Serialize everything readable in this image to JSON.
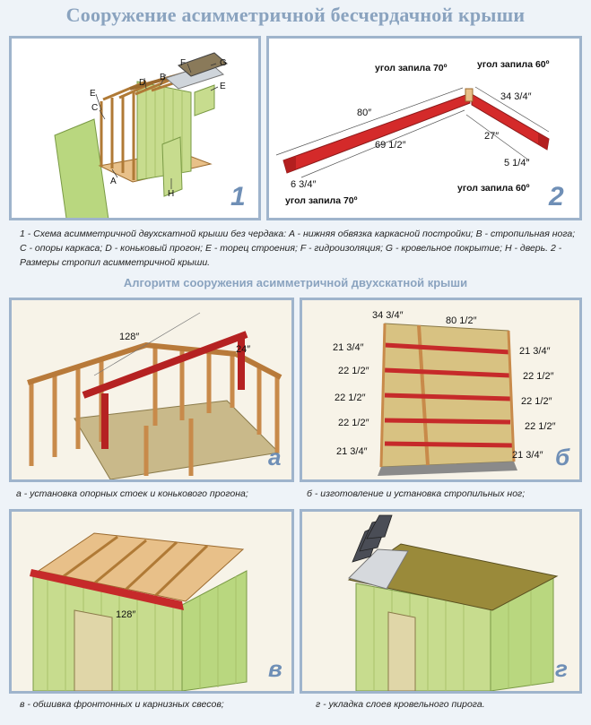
{
  "title": "Сооружение асимметричной бесчердачной крыши",
  "panel1": {
    "number": "1",
    "letters": {
      "A": "A",
      "B": "B",
      "C": "C",
      "D": "D",
      "E1": "E",
      "E2": "E",
      "F": "F",
      "G": "G",
      "H": "H"
    }
  },
  "panel2": {
    "number": "2",
    "angle_top_left": "угол запила 70º",
    "angle_top_right": "угол запила 60º",
    "angle_bottom_left": "угол запила 70º",
    "angle_bottom_right": "угол запила 60º",
    "dim_80": "80″",
    "dim_69": "69 1/2″",
    "dim_34": "34 3/4″",
    "dim_27": "27″",
    "dim_5": "5 1/4″",
    "dim_6": "6 3/4″"
  },
  "caption1": "1 - Схема асимметричной двухскатной крыши без чердака: A - нижняя обвязка каркасной постройки; B - стропильная нога; C - опоры каркаса; D - коньковый прогон; E - торец строения; F - гидроизоляция; G - кровельное покрытие; H - дверь. 2 - Размеры стропил асимметричной крыши.",
  "subtitle": "Алгоритм сооружения асимметричной двухскатной крыши",
  "panel_a": {
    "letter": "а",
    "dim_128": "128″",
    "dim_24": "24″",
    "caption": "а - установка опорных стоек и конькового прогона;"
  },
  "panel_b": {
    "letter": "б",
    "top_left": "34 3/4″",
    "top_right": "80 1/2″",
    "left": [
      "21 3/4″",
      "22 1/2″",
      "22 1/2″",
      "22 1/2″",
      "21 3/4″"
    ],
    "right": [
      "21 3/4″",
      "22 1/2″",
      "22 1/2″",
      "22 1/2″",
      "21 3/4″"
    ],
    "caption": "б - изготовление и установка стропильных ног;"
  },
  "panel_v": {
    "letter": "в",
    "dim_128": "128″",
    "caption": "в - обшивка фронтонных и карнизных свесов;"
  },
  "panel_g": {
    "letter": "г",
    "caption": "г - укладка слоев кровельного пирога."
  },
  "colors": {
    "accent": "#6f8fb6",
    "frame": "#9fb4cc",
    "red": "#d42a2a",
    "wood": "#e2b47a",
    "wall": "#c7dc8e"
  }
}
